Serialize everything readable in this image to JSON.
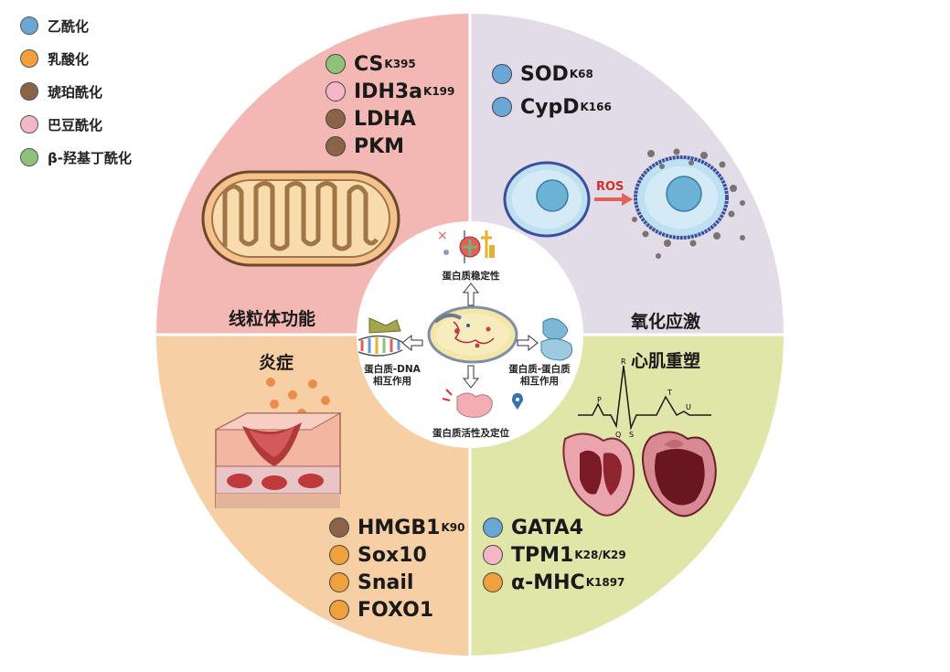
{
  "legend": [
    {
      "label": "乙酰化",
      "color": "#6aa6d6"
    },
    {
      "label": "乳酸化",
      "color": "#f0a03c"
    },
    {
      "label": "琥珀酰化",
      "color": "#8b6448"
    },
    {
      "label": "巴豆酰化",
      "color": "#f5b6c8"
    },
    {
      "label": "β-羟基丁酰化",
      "color": "#8ec27a"
    }
  ],
  "quadrants": {
    "mito": {
      "title": "线粒体功能",
      "color": "#f3b8b4",
      "proteins": [
        {
          "name": "CS",
          "site": "K395",
          "color": "#8ec27a"
        },
        {
          "name": "IDH3a",
          "site": "K199",
          "color": "#f5b6c8"
        },
        {
          "name": "LDHA",
          "site": "",
          "color": "#8b6448"
        },
        {
          "name": "PKM",
          "site": "",
          "color": "#8b6448"
        }
      ]
    },
    "oxidative": {
      "title": "氧化应激",
      "color": "#e2dbe8",
      "ros_label": "ROS",
      "proteins": [
        {
          "name": "SOD",
          "site": "K68",
          "color": "#6aa6d6"
        },
        {
          "name": "CypD",
          "site": "K166",
          "color": "#6aa6d6"
        }
      ]
    },
    "inflammation": {
      "title": "炎症",
      "color": "#f7cfa5",
      "proteins": [
        {
          "name": "HMGB1",
          "site": "K90",
          "color": "#8b6448"
        },
        {
          "name": "Sox10",
          "site": "",
          "color": "#f0a03c"
        },
        {
          "name": "Snail",
          "site": "",
          "color": "#f0a03c"
        },
        {
          "name": "FOXO1",
          "site": "",
          "color": "#f0a03c"
        }
      ]
    },
    "remodeling": {
      "title": "心肌重塑",
      "color": "#dfe6a8",
      "ecg_labels": [
        "P",
        "R",
        "Q",
        "S",
        "T",
        "U"
      ],
      "proteins": [
        {
          "name": "GATA4",
          "site": "",
          "color": "#6aa6d6"
        },
        {
          "name": "TPM1",
          "site": "K28/K29",
          "color": "#f5b6c8"
        },
        {
          "name": "α-MHC",
          "site": "K1897",
          "color": "#f0a03c"
        }
      ]
    }
  },
  "center": {
    "top": "蛋白质稳定性",
    "left_line1": "蛋白质-DNA",
    "left_line2": "相互作用",
    "right_line1": "蛋白质-蛋白质",
    "right_line2": "相互作用",
    "bottom": "蛋白质活性及定位"
  }
}
